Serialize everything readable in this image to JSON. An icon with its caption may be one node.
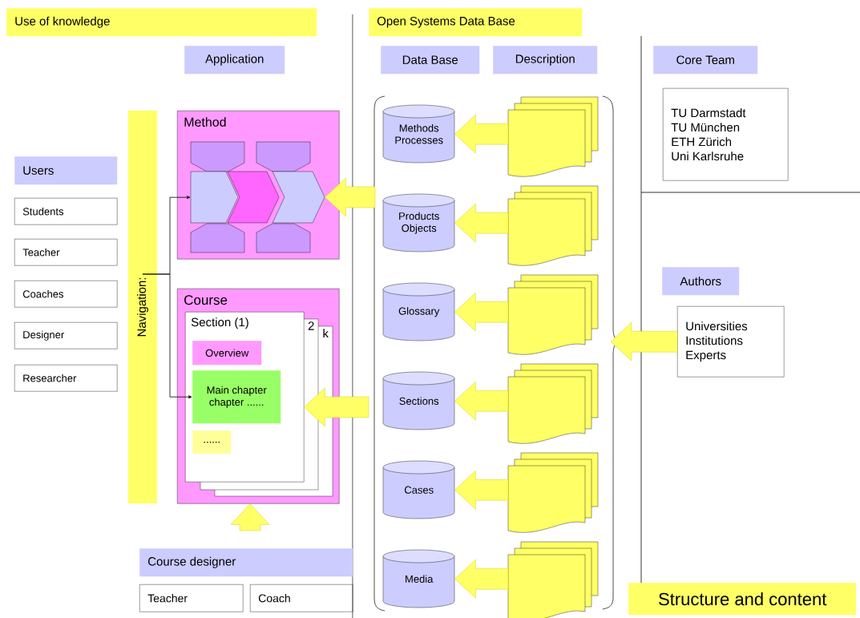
{
  "diagram": {
    "nodes": [
      {
        "text": [
          "Use of knowledge"
        ]
      },
      {
        "text": [
          "Open Systems Data Base"
        ]
      },
      {
        "text": [
          "Application"
        ]
      },
      {
        "text": [
          "Data Base"
        ]
      },
      {
        "text": [
          "Description"
        ]
      },
      {
        "text": [
          "Core Team"
        ]
      },
      {
        "text": [
          "TU Darmstadt",
          "TU München",
          "ETH Zürich",
          "Uni Karlsruhe"
        ]
      },
      {
        "text": [
          "Users"
        ]
      },
      {
        "text": [
          "Students"
        ]
      },
      {
        "text": [
          "Teacher"
        ]
      },
      {
        "text": [
          "Coaches"
        ]
      },
      {
        "text": [
          "Designer"
        ]
      },
      {
        "text": [
          "Researcher"
        ]
      },
      {
        "text": [
          "Navigation:"
        ]
      },
      {
        "text": [
          "Method"
        ]
      },
      {
        "text": [],
        "shape": "chevron",
        "in": 14
      },
      {
        "text": [],
        "shape": "chevron",
        "in": 14
      },
      {
        "text": [],
        "shape": "chevron",
        "in": 14
      },
      {
        "text": [
          "Course"
        ]
      },
      {
        "text": [
          "Section (1)"
        ],
        "in": 18
      },
      {
        "text": [
          "2"
        ],
        "in": 18
      },
      {
        "text": [
          "k"
        ],
        "in": 18
      },
      {
        "text": [
          "Overview"
        ],
        "in": 19
      },
      {
        "text": [
          "Main chapter chapter ......"
        ],
        "in": 19
      },
      {
        "text": [
          "......"
        ],
        "in": 19
      },
      {
        "text": [
          "Methods Processes"
        ]
      },
      {
        "text": [
          "Products Objects"
        ]
      },
      {
        "text": [
          "Glossary"
        ]
      },
      {
        "text": [
          "Sections"
        ]
      },
      {
        "text": [
          "Cases"
        ]
      },
      {
        "text": [
          "Media"
        ]
      },
      {
        "text": [],
        "shape": "document"
      },
      {
        "text": [],
        "shape": "document"
      },
      {
        "text": [],
        "shape": "document"
      },
      {
        "text": [],
        "shape": "document"
      },
      {
        "text": [],
        "shape": "document"
      },
      {
        "text": [],
        "shape": "document"
      },
      {
        "text": [
          "Authors"
        ]
      },
      {
        "text": [
          "Universities",
          "Institutions",
          "Experts"
        ]
      },
      {
        "text": [
          "Course designer"
        ]
      },
      {
        "text": [
          "Teacher"
        ]
      },
      {
        "text": [
          "Coach"
        ]
      },
      {
        "text": [
          "Structure and content"
        ]
      }
    ],
    "edges": [
      {
        "from": 31,
        "to": 25,
        "arrow": "to"
      },
      {
        "from": 32,
        "to": 26,
        "arrow": "to"
      },
      {
        "from": 33,
        "to": 27,
        "arrow": "to"
      },
      {
        "from": 34,
        "to": 28,
        "arrow": "to"
      },
      {
        "from": 35,
        "to": 29,
        "arrow": "to"
      },
      {
        "from": 36,
        "to": 30,
        "arrow": "to"
      },
      {
        "from": null,
        "to": 17,
        "arrow": "to"
      },
      {
        "from": null,
        "to": 19,
        "arrow": "to"
      },
      {
        "from": 38,
        "to": null,
        "arrow": "to"
      },
      {
        "from": null,
        "to": 18,
        "arrow": "to"
      },
      {
        "from": 13,
        "to": 15,
        "arrow": "to",
        "color": "#000000"
      },
      {
        "from": 13,
        "to": 23,
        "arrow": "to",
        "color": "#000000"
      }
    ]
  }
}
